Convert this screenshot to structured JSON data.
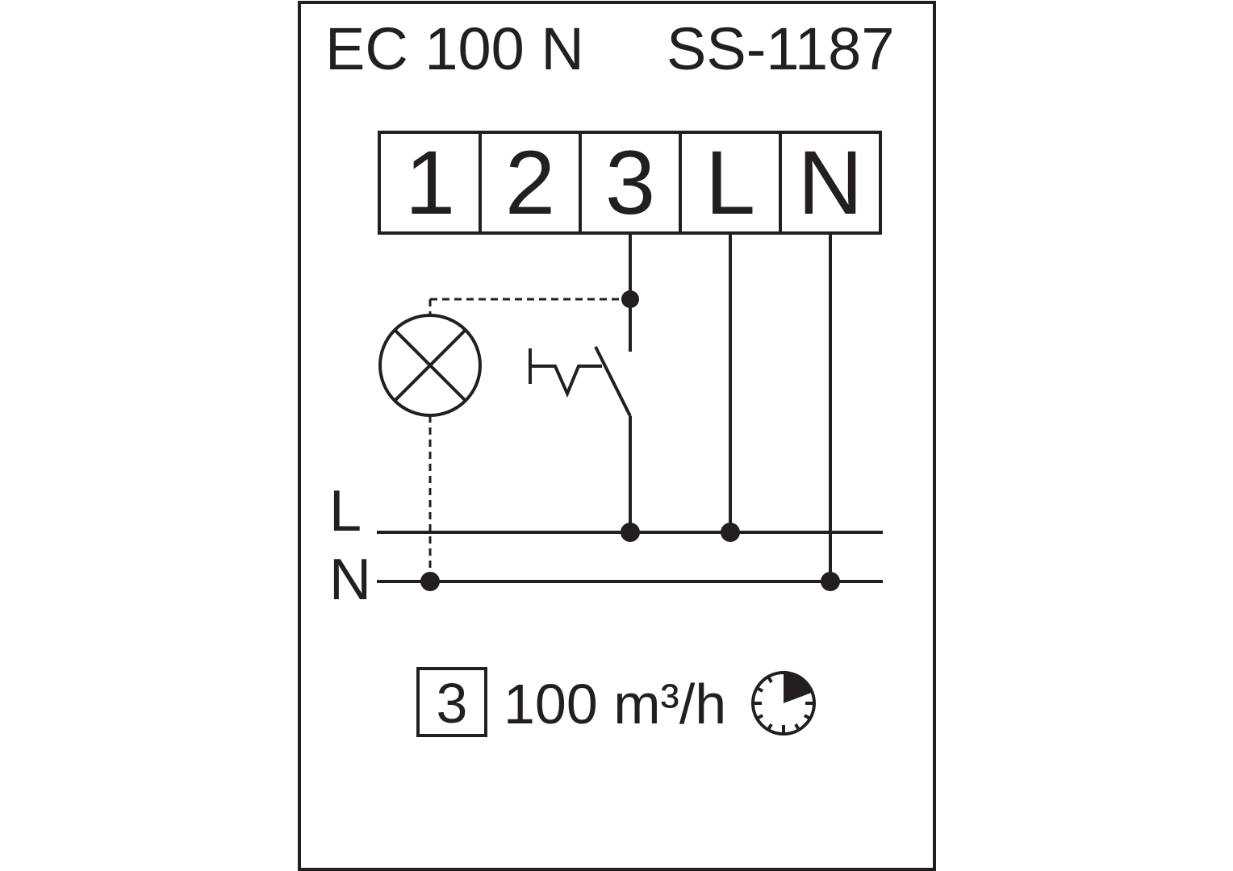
{
  "header": {
    "model": "EC 100 N",
    "code": "SS-1187"
  },
  "terminals": [
    "1",
    "2",
    "3",
    "L",
    "N"
  ],
  "bus_labels": {
    "live": "L",
    "neutral": "N"
  },
  "footer": {
    "speed_setting": "3",
    "flow_rate": "100 m³/h"
  },
  "icons": [
    "lamp-icon",
    "switch-icon",
    "timer-clock-icon"
  ],
  "colors": {
    "ink": "#231f20",
    "background": "#ffffff"
  }
}
